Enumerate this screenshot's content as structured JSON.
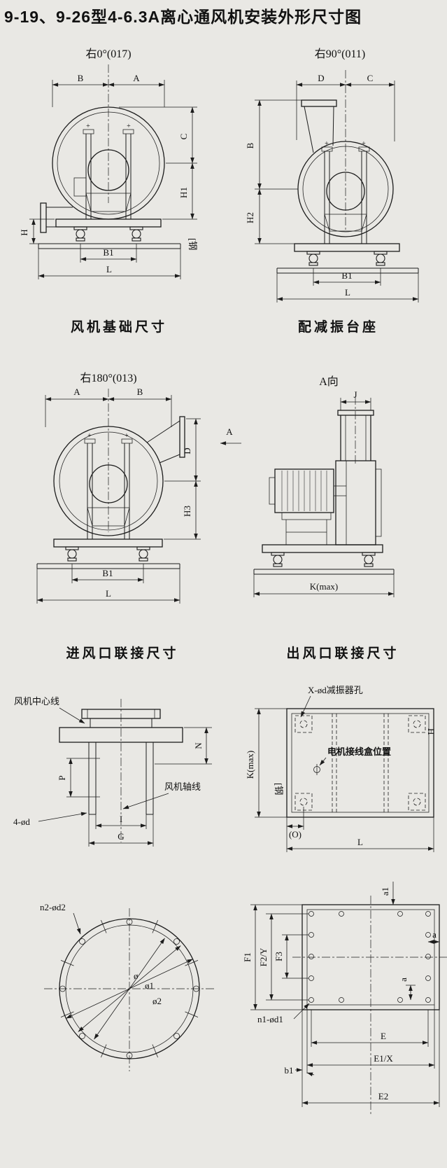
{
  "title": "9-19、9-26型4-6.3A离心通风机安装外形尺寸图",
  "glyphs": {
    "plus": "+"
  },
  "panels": {
    "p1": {
      "heading": "右0°(017)",
      "caption": "风机基础尺寸",
      "dims": {
        "B": "B",
        "A": "A",
        "C": "C",
        "H1": "H1",
        "H": "H",
        "B1": "B1",
        "L": "L",
        "steel": "[钢"
      }
    },
    "p2": {
      "heading": "右90°(011)",
      "caption": "配减振台座",
      "dims": {
        "D": "D",
        "C": "C",
        "B": "B",
        "H2": "H2",
        "B1": "B1",
        "L": "L"
      }
    },
    "p3": {
      "heading": "右180°(013)",
      "caption": "进风口联接尺寸",
      "dims": {
        "A": "A",
        "B": "B",
        "D": "D",
        "H3": "H3",
        "B1": "B1",
        "L": "L",
        "view": "A"
      }
    },
    "p4": {
      "heading": "A向",
      "caption": "出风口联接尺寸",
      "dims": {
        "J": "J",
        "K": "K(max)"
      }
    },
    "p5": {
      "labels": {
        "centerline": "风机中心线",
        "axis": "风机轴线",
        "holes": "4-ød"
      },
      "dims": {
        "N": "N",
        "P": "P",
        "I": "I",
        "G": "G"
      }
    },
    "p6": {
      "labels": {
        "damper": "X-ød减振器孔",
        "junction": "电机接线盒位置",
        "steel": "[钢",
        "beam": "H"
      },
      "dims": {
        "K": "K(max)",
        "O": "(O)",
        "L": "L"
      }
    },
    "p7": {
      "labels": {
        "holes": "n2-ød2"
      },
      "dims": {
        "d": "ø",
        "d1": "ø1",
        "d2": "ø2"
      }
    },
    "p8": {
      "labels": {
        "holes": "n1-ød1"
      },
      "dims": {
        "a1": "a1",
        "a": "a",
        "F1": "F1",
        "F2": "F2/Y",
        "F3": "F3",
        "E": "E",
        "E1": "E1/X",
        "E2": "E2",
        "b1": "b1"
      }
    }
  }
}
